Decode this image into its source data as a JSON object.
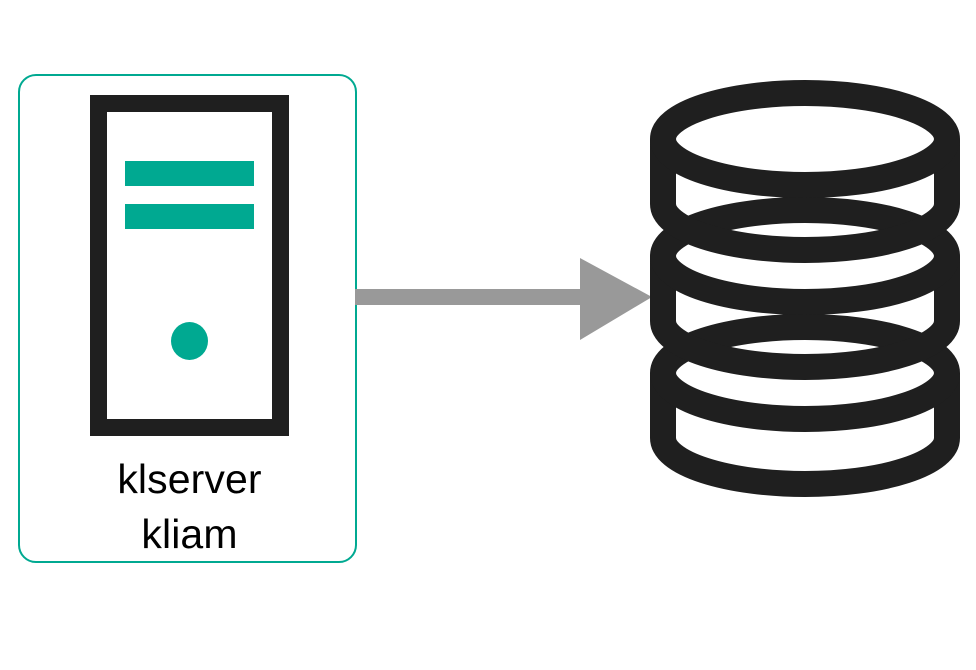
{
  "diagram": {
    "title": "klserver to database connection diagram",
    "type": "architecture-flow",
    "background_color": "#ffffff",
    "nodes": [
      {
        "id": "server-node",
        "kind": "server",
        "icon": "server-tower-icon",
        "label_lines": [
          "klserver",
          "kliam"
        ],
        "label_line_1": "klserver",
        "label_line_2": "kliam",
        "border_color": "#00a991",
        "accent_color": "#00a991",
        "outline_color": "#1f1f1f",
        "fill_color": "#ffffff"
      },
      {
        "id": "database-node",
        "kind": "database",
        "icon": "database-cylinder-icon",
        "label_lines": [],
        "outline_color": "#1f1f1f",
        "fill_color": "#ffffff",
        "disk_count": 3
      }
    ],
    "edges": [
      {
        "id": "server-to-database",
        "from": "server-node",
        "to": "database-node",
        "label": "",
        "style": "block-arrow",
        "direction": "right",
        "color": "#999999"
      }
    ],
    "colors": {
      "accent_teal": "#00a991",
      "outline_dark": "#1f1f1f",
      "arrow_gray": "#999999",
      "text": "#000000",
      "background": "#ffffff"
    }
  }
}
